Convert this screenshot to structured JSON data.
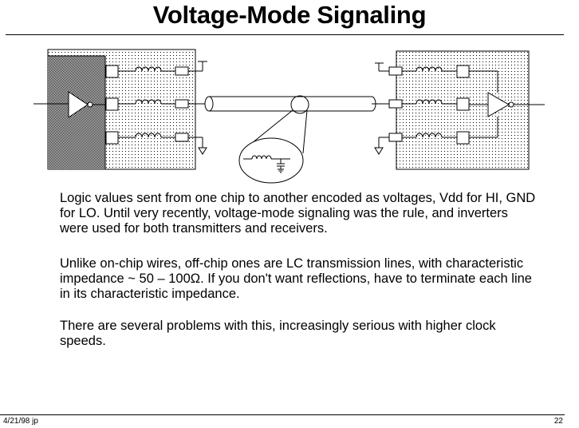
{
  "slide": {
    "title": "Voltage-Mode Signaling",
    "paragraphs": [
      "Logic values sent from one chip to another encoded as voltages, Vdd for HI, GND for LO.  Until very recently, voltage-mode signaling was the rule, and inverters were used for both transmitters and receivers.",
      "Unlike on-chip wires, off-chip ones are LC transmission lines, with characteristic impedance ~ 50 – 100Ω.   If you don't want reflections, have to terminate each line in its characteristic impedance.",
      "There are several problems with this, increasingly serious with higher clock speeds."
    ],
    "footer_date": "4/21/98  jp",
    "page_number": "22"
  }
}
